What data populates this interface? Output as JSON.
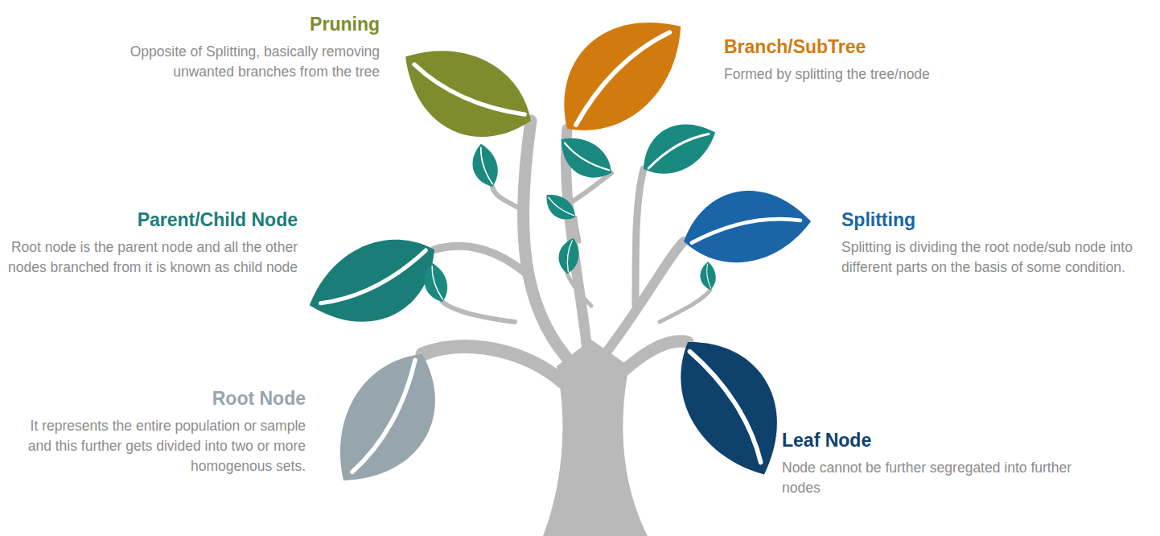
{
  "diagram": {
    "labels": [
      "Pruning",
      "Opposite of Splitting, basically removing unwanted branches from the tree",
      "Branch/SubTree",
      "Formed by splitting the tree/node",
      "Parent/Child Node",
      "Root node is the parent node and all the other nodes branched from it is known as child node",
      "Splitting",
      "Splitting is dividing the root node/sub node into different parts on the basis of some condition.",
      "Root Node",
      "It represents the entire population or sample and this further gets divided into two or more homogenous sets.",
      "Leaf Node",
      "Node cannot be further segregated into further nodes"
    ]
  }
}
